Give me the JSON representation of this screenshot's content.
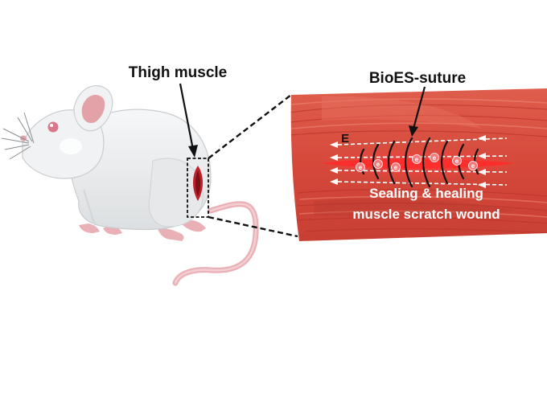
{
  "labels": {
    "thigh_muscle": "Thigh muscle",
    "suture": "BioES-suture",
    "field": "E",
    "charge": "e",
    "caption_line1": "Sealing & healing",
    "caption_line2": "muscle scratch wound"
  },
  "icons": {
    "mouse": "mouse-illustration",
    "wound": "thigh-wound",
    "muscle": "muscle-tissue-closeup"
  },
  "colors": {
    "muscle": "#d94a3c",
    "muscle_dark": "#b8332a",
    "wound": "#c0202a",
    "mouse_body": "#eceeef",
    "ear_pink": "#e3a1a8",
    "tail_pink": "#e9b1b6"
  }
}
